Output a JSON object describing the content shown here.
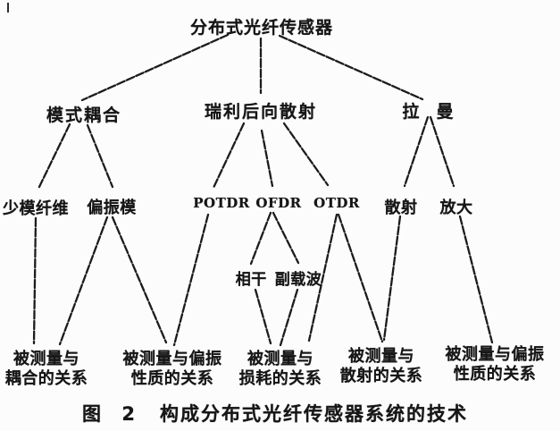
{
  "figure": {
    "root": {
      "id": "distributed-fiber-sensor",
      "label": "分布式光纤传感器"
    },
    "level1": [
      {
        "id": "mode-coupling",
        "label": "模式耦合"
      },
      {
        "id": "rayleigh-backscattering",
        "label": "瑞利后向散射"
      },
      {
        "id": "raman",
        "label": "拉  曼"
      }
    ],
    "level2": [
      {
        "id": "few-mode-fiber",
        "label": "少模纤维"
      },
      {
        "id": "polarization-mode",
        "label": "偏振模"
      },
      {
        "id": "potdr",
        "label": "POTDR"
      },
      {
        "id": "ofdr",
        "label": "OFDR"
      },
      {
        "id": "otdr",
        "label": "OTDR"
      },
      {
        "id": "scattering",
        "label": "散射"
      },
      {
        "id": "amplification",
        "label": "放大"
      }
    ],
    "level3": [
      {
        "id": "coherent",
        "label": "相干"
      },
      {
        "id": "subcarrier",
        "label": "副载波"
      }
    ],
    "bottom": [
      {
        "id": "rel-coupling",
        "line1": "被测量与",
        "line2": "耦合的关系"
      },
      {
        "id": "rel-polarization-a",
        "line1": "被测量与偏振",
        "line2": "性质的关系"
      },
      {
        "id": "rel-loss",
        "line1": "被测量与",
        "line2": "损耗的关系"
      },
      {
        "id": "rel-scattering",
        "line1": "被测量与",
        "line2": "散射的关系"
      },
      {
        "id": "rel-polarization-b",
        "line1": "被测量与偏振",
        "line2": "性质的关系"
      }
    ],
    "connections": [
      {
        "from": "distributed-fiber-sensor",
        "to": "mode-coupling"
      },
      {
        "from": "distributed-fiber-sensor",
        "to": "rayleigh-backscattering"
      },
      {
        "from": "distributed-fiber-sensor",
        "to": "raman"
      },
      {
        "from": "mode-coupling",
        "to": "few-mode-fiber"
      },
      {
        "from": "mode-coupling",
        "to": "polarization-mode"
      },
      {
        "from": "rayleigh-backscattering",
        "to": "potdr"
      },
      {
        "from": "rayleigh-backscattering",
        "to": "ofdr"
      },
      {
        "from": "rayleigh-backscattering",
        "to": "otdr"
      },
      {
        "from": "raman",
        "to": "scattering"
      },
      {
        "from": "raman",
        "to": "amplification"
      },
      {
        "from": "few-mode-fiber",
        "to": "rel-coupling"
      },
      {
        "from": "polarization-mode",
        "to": "rel-coupling"
      },
      {
        "from": "polarization-mode",
        "to": "rel-polarization-a"
      },
      {
        "from": "potdr",
        "to": "rel-polarization-a"
      },
      {
        "from": "ofdr",
        "to": "coherent"
      },
      {
        "from": "ofdr",
        "to": "subcarrier"
      },
      {
        "from": "coherent",
        "to": "rel-loss"
      },
      {
        "from": "subcarrier",
        "to": "rel-loss"
      },
      {
        "from": "otdr",
        "to": "rel-loss"
      },
      {
        "from": "otdr",
        "to": "rel-scattering"
      },
      {
        "from": "scattering",
        "to": "rel-scattering"
      },
      {
        "from": "amplification",
        "to": "rel-polarization-b"
      }
    ],
    "caption": {
      "label": "图 2",
      "title": "构成分布式光纤传感器系统的技术"
    }
  }
}
